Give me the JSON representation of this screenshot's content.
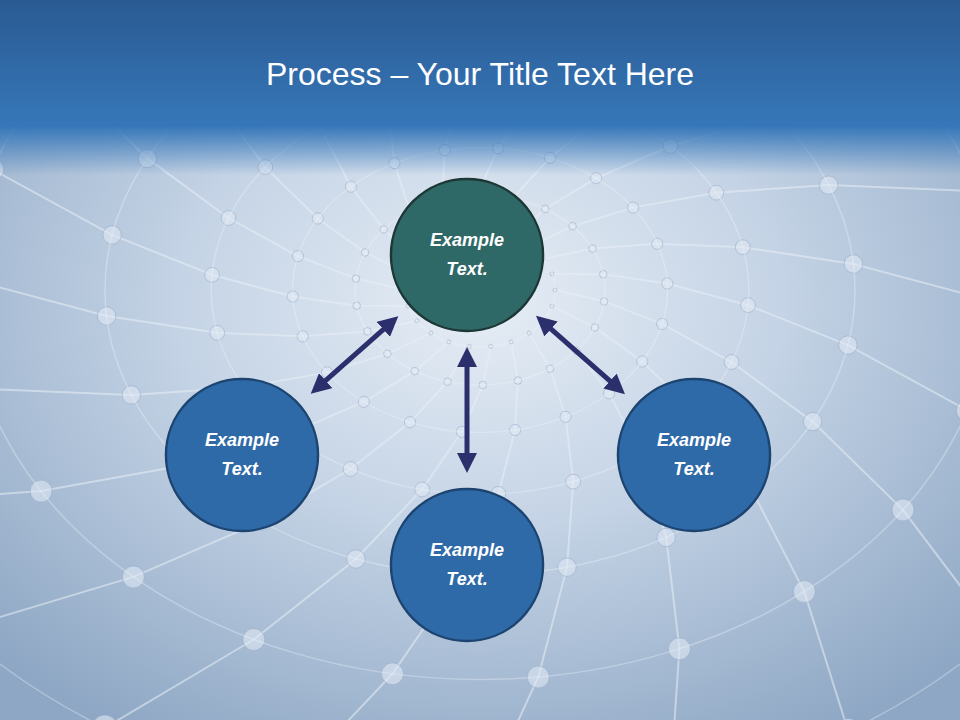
{
  "diagram": {
    "title": "Process – Your Title Text Here",
    "nodes": [
      {
        "text": [
          "Example Text."
        ]
      },
      {
        "text": [
          "Example Text."
        ]
      },
      {
        "text": [
          "Example Text."
        ]
      },
      {
        "text": [
          "Example Text."
        ]
      }
    ],
    "edges": [
      {
        "from": 0,
        "to": 1,
        "arrow": "both"
      },
      {
        "from": 0,
        "to": 3,
        "arrow": "both"
      },
      {
        "from": 0,
        "to": 2,
        "arrow": "both"
      }
    ]
  }
}
